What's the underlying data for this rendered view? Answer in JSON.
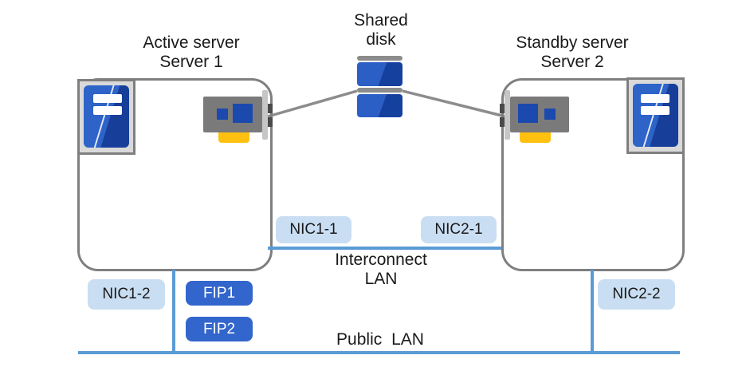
{
  "labels": {
    "shared_disk_line1": "Shared",
    "shared_disk_line2": "disk",
    "active_line1": "Active server",
    "active_line2": "Server 1",
    "standby_line1": "Standby server",
    "standby_line2": "Server 2",
    "interconnect_line1": "Interconnect",
    "interconnect_line2": "LAN",
    "public_lan": "Public LAN",
    "nic1_1": "NIC1-1",
    "nic2_1": "NIC2-1",
    "nic1_2": "NIC1-2",
    "nic2_2": "NIC2-2",
    "fip1": "FIP1",
    "fip2": "FIP2"
  },
  "colors": {
    "port_chip_blue": "#c9def2",
    "fip_badge_blue": "#3366cc",
    "lan_line_blue": "#5b9bd5",
    "box_border_gray": "#7f7f7f",
    "connector_gray": "#8c8c8c",
    "nic_connector_gold": "#ffc010",
    "icon_blue_light": "#2e63c8",
    "icon_blue_dark": "#173f9a"
  }
}
